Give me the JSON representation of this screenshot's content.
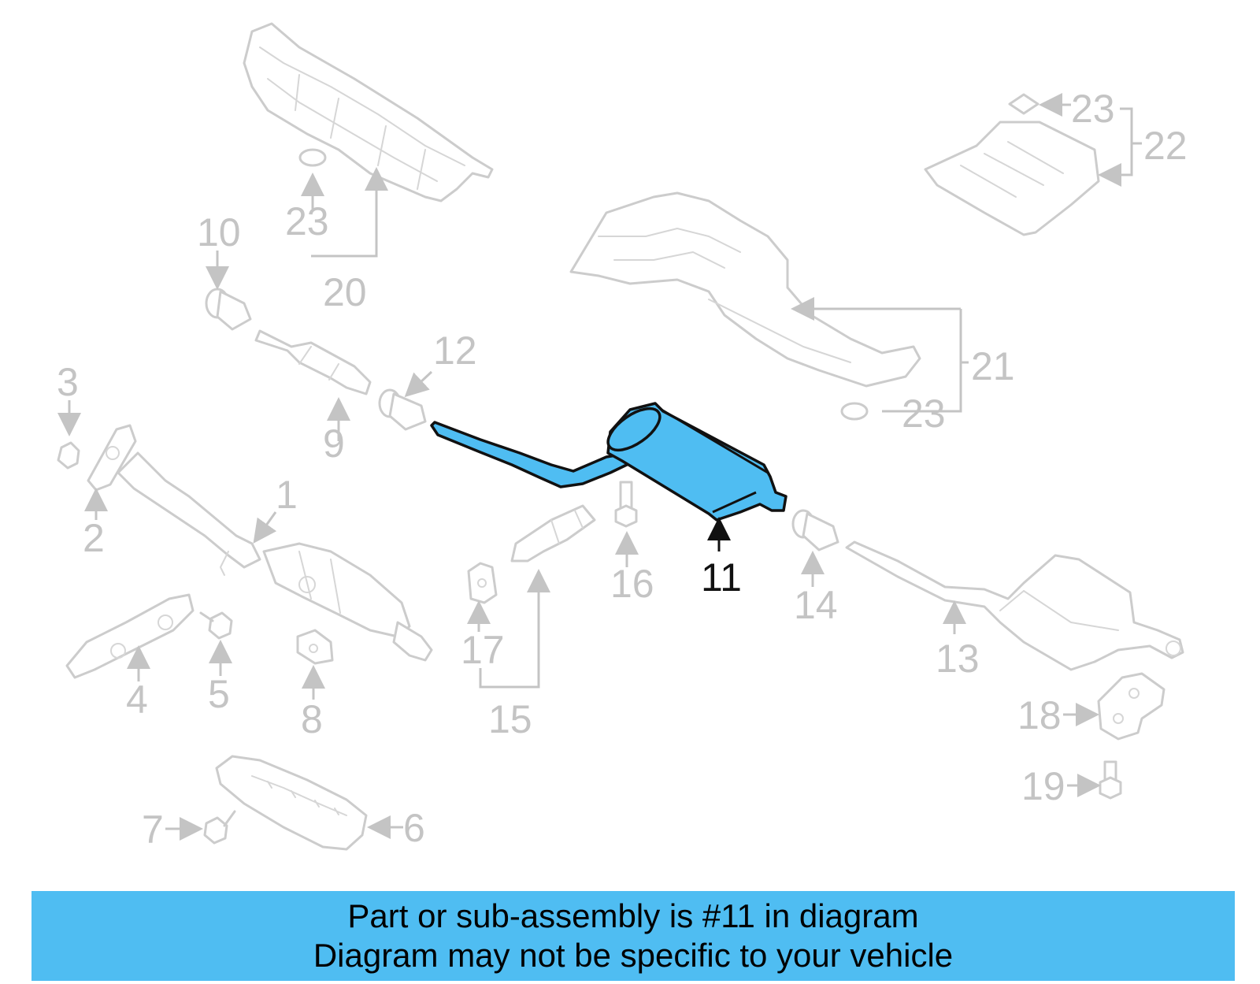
{
  "diagram": {
    "highlighted_part": "11",
    "callouts": {
      "c1": "1",
      "c2": "2",
      "c3": "3",
      "c4": "4",
      "c5": "5",
      "c6": "6",
      "c7": "7",
      "c8": "8",
      "c9": "9",
      "c10": "10",
      "c11": "11",
      "c12": "12",
      "c13": "13",
      "c14": "14",
      "c15": "15",
      "c16": "16",
      "c17": "17",
      "c18": "18",
      "c19": "19",
      "c20": "20",
      "c21": "21",
      "c22": "22",
      "c23": "23"
    },
    "colors": {
      "highlight": "#4fbdf2",
      "muted_parts": "#cccccc",
      "banner": "#4fbdf2"
    }
  },
  "banner": {
    "line1": "Part or sub-assembly is #11 in diagram",
    "line2": "Diagram may not be specific to your vehicle"
  }
}
